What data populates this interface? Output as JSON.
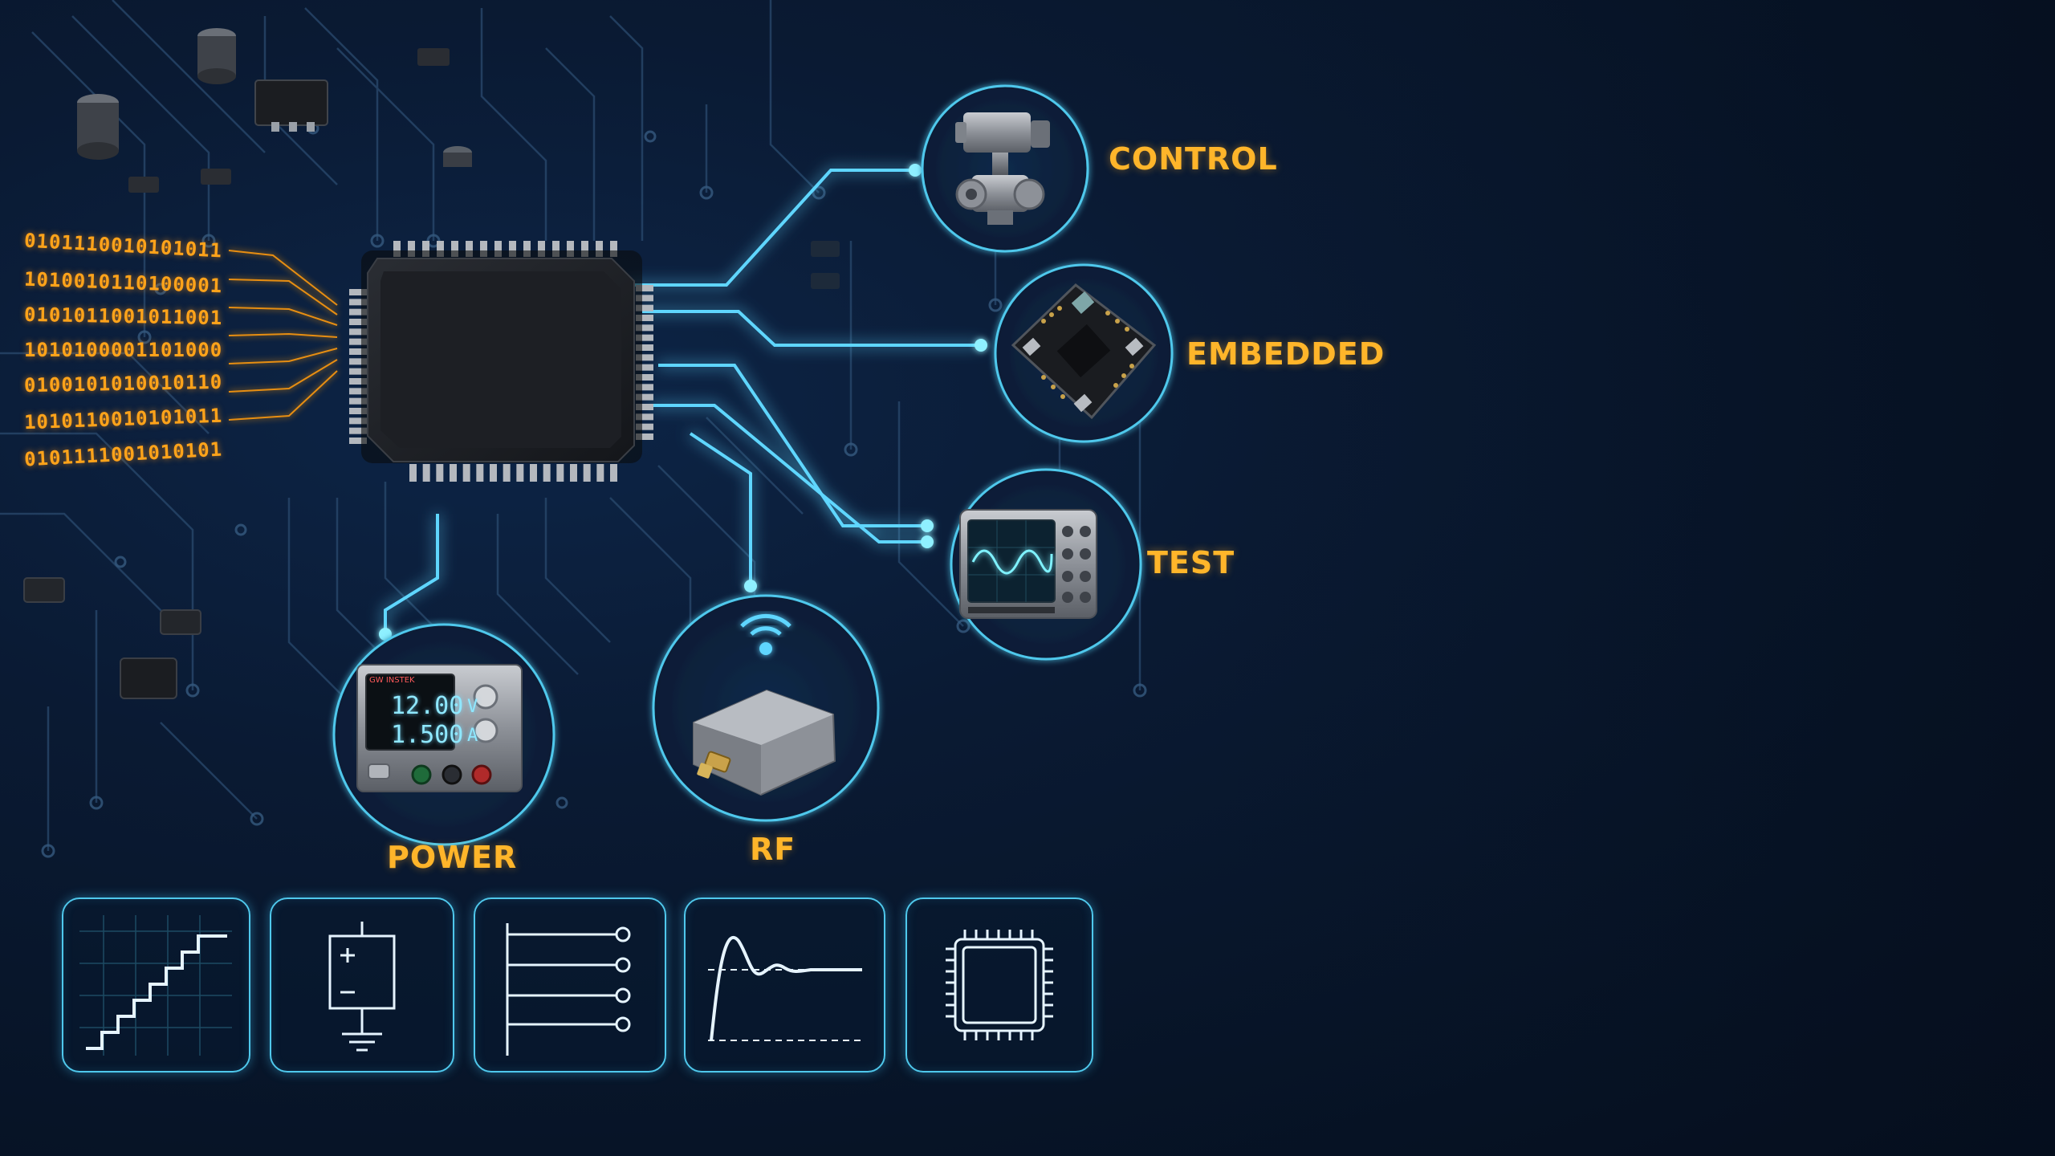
{
  "labels": {
    "control": "CONTROL",
    "embedded": "EMBEDDED",
    "test": "TEST",
    "power": "POWER",
    "rf": "RF"
  },
  "binary_lines": [
    "0101110010101011",
    "1010010110100001",
    "0101011001011001",
    "1010100001101000",
    "0100101010010110",
    "1010110010101011",
    "0101111001010101"
  ],
  "power_supply": {
    "brand": "GW INSTEK",
    "voltage": "12.00",
    "voltage_unit": "V",
    "current": "1.500",
    "current_unit": "A"
  },
  "icons": {
    "control": "valve-actuator-icon",
    "embedded": "circuit-board-module-icon",
    "test": "oscilloscope-icon",
    "power": "bench-power-supply-icon",
    "rf": "rf-module-antenna-icon",
    "card1": "staircase-waveform-icon",
    "card2": "battery-ground-schematic-icon",
    "card3": "bus-lines-icon",
    "card4": "step-response-icon",
    "card5": "chip-icon"
  },
  "colors": {
    "accent_cyan": "#4fc8ec",
    "label_amber": "#ffb52a",
    "background": "#071427"
  }
}
